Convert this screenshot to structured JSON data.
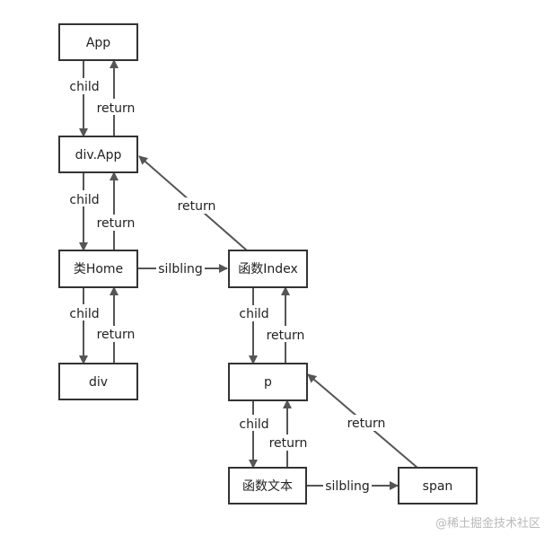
{
  "diagram": {
    "nodes": {
      "app": "App",
      "divApp": "div.App",
      "home": "类Home",
      "div": "div",
      "index": "函数Index",
      "p": "p",
      "text": "函数文本",
      "span": "span"
    },
    "edges": {
      "app_child": "child",
      "app_return": "return",
      "divapp_child": "child",
      "divapp_return": "return",
      "home_child": "child",
      "home_return": "return",
      "home_sibling": "silbling",
      "index_return": "return",
      "index_child": "child",
      "index_return2": "return",
      "p_child": "child",
      "p_return": "return",
      "text_sibling": "silbling",
      "span_return": "return"
    }
  },
  "watermark": "@稀土掘金技术社区"
}
